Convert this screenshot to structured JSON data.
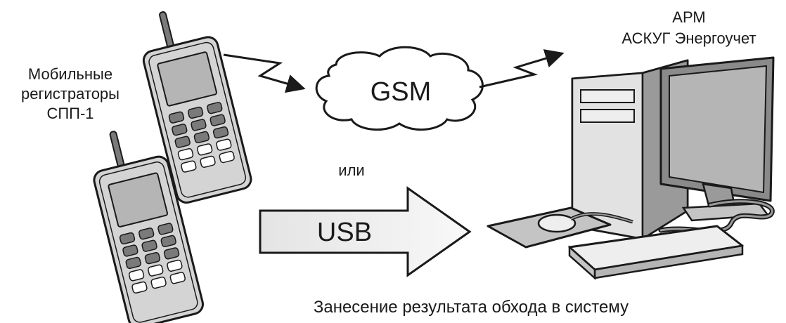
{
  "labels": {
    "mobile_line1": "Мобильные",
    "mobile_line2": "регистраторы",
    "mobile_line3": "СПП-1",
    "arm_line1": "АРМ",
    "arm_line2": "АСКУГ Энергоучет",
    "gsm": "GSM",
    "or": "или",
    "usb": "USB",
    "caption": "Занесение результата обхода в систему"
  },
  "icons": {
    "phone_front": "mobile-phone-icon",
    "phone_back": "mobile-phone-icon",
    "cloud": "cloud-icon",
    "computer": "desktop-computer-icon",
    "arrow": "block-arrow-icon",
    "lightning": "lightning-arrow-icon"
  },
  "colors": {
    "stroke": "#1a1a1a",
    "body_fill": "#d4d4d4",
    "dark_fill": "#7a7a7a",
    "light_fill": "#eeeeee",
    "screen_fill": "#b5b5b5"
  }
}
